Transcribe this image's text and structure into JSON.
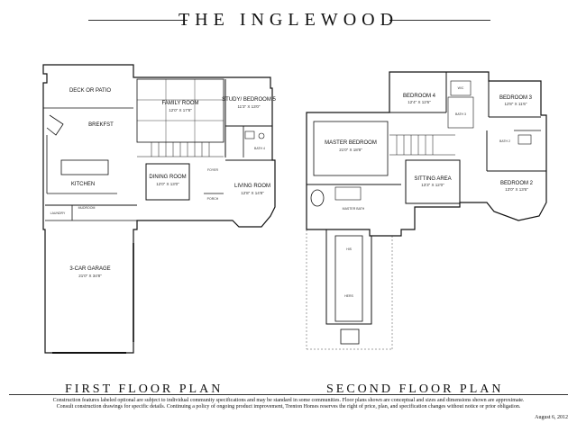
{
  "title": "THE INGLEWOOD",
  "first_floor": {
    "caption": "FIRST FLOOR PLAN",
    "rooms": [
      {
        "id": "deck",
        "label": "DECK OR PATIO",
        "dim": ""
      },
      {
        "id": "brkfst",
        "label": "BREKFST",
        "dim": ""
      },
      {
        "id": "family",
        "label": "FAMILY ROOM",
        "dim": "12'0\" X 17'8\""
      },
      {
        "id": "study",
        "label": "STUDY/ BEDROOM 5",
        "dim": "11'3\" X 13'0\""
      },
      {
        "id": "bath4",
        "label": "BATH 4",
        "dim": ""
      },
      {
        "id": "kitchen",
        "label": "KITCHEN",
        "dim": ""
      },
      {
        "id": "dining",
        "label": "DINING ROOM",
        "dim": "12'0\" X 13'0\""
      },
      {
        "id": "foyer",
        "label": "FOYER",
        "dim": ""
      },
      {
        "id": "living",
        "label": "LIVING ROOM",
        "dim": "12'8\" X 14'8\""
      },
      {
        "id": "laundry",
        "label": "LAUNDRY",
        "dim": ""
      },
      {
        "id": "mudroom",
        "label": "MUDROOM",
        "dim": ""
      },
      {
        "id": "porch",
        "label": "PORCH",
        "dim": ""
      },
      {
        "id": "garage",
        "label": "3-CAR GARAGE",
        "dim": "21'0\" X 34'8\""
      }
    ]
  },
  "second_floor": {
    "caption": "SECOND FLOOR PLAN",
    "rooms": [
      {
        "id": "bed4",
        "label": "BEDROOM 4",
        "dim": "12'4\" X 12'6\""
      },
      {
        "id": "bed3",
        "label": "BEDROOM 3",
        "dim": "12'8\" X 11'6\""
      },
      {
        "id": "wic",
        "label": "W/C",
        "dim": ""
      },
      {
        "id": "bath2",
        "label": "BATH 2",
        "dim": ""
      },
      {
        "id": "bath3",
        "label": "BATH 3",
        "dim": ""
      },
      {
        "id": "master",
        "label": "MASTER BEDROOM",
        "dim": "21'0\" X 18'8\""
      },
      {
        "id": "sitting",
        "label": "SITTING AREA",
        "dim": "13'3\" X 12'0\""
      },
      {
        "id": "bed2",
        "label": "BEDROOM 2",
        "dim": "13'0\" X 13'6\""
      },
      {
        "id": "mbath",
        "label": "MASTER BATH",
        "dim": ""
      },
      {
        "id": "his",
        "label": "HIS",
        "dim": ""
      },
      {
        "id": "hers",
        "label": "HERS",
        "dim": ""
      }
    ]
  },
  "disclaimer_line1": "Construction features labeled optional are subject to individual community specifications and may be standard in some communities. Floor plans shown are conceptual and sizes and dimensions shown are approximate.",
  "disclaimer_line2": "Consult construction drawings for specific details. Continuing a policy of ongoing product improvement, Trenton Homes reserves the right of price, plan, and specification changes without notice or prior obligation.",
  "date": "August 6, 2012"
}
